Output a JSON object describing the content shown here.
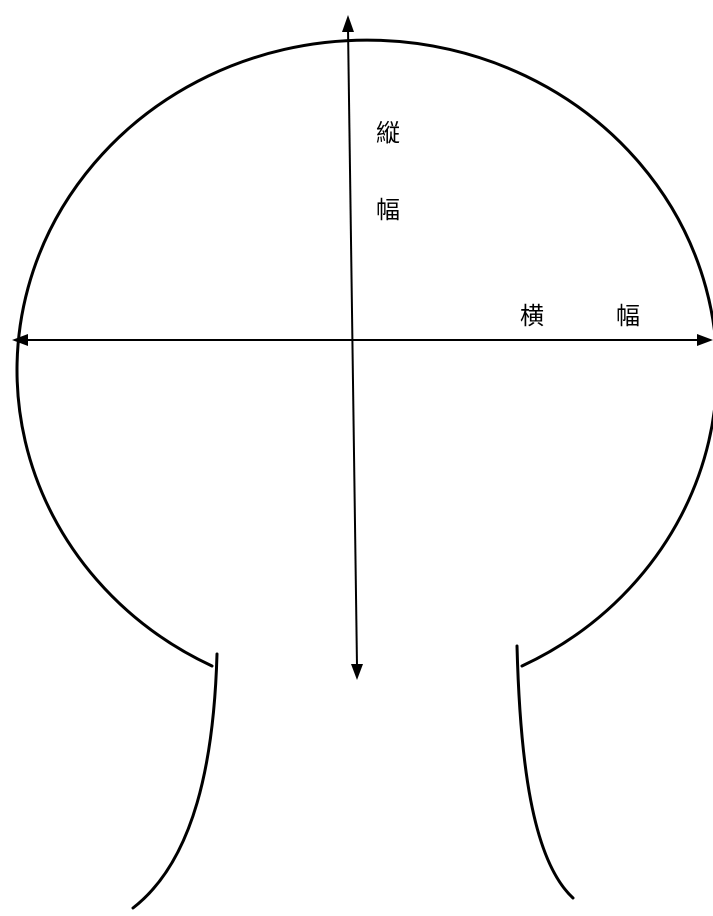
{
  "labels": {
    "vertical_char_1": "縦",
    "vertical_char_2": "幅",
    "horizontal_char_1": "横",
    "horizontal_char_2": "幅"
  },
  "colors": {
    "stroke": "#000000",
    "background": "#ffffff"
  }
}
